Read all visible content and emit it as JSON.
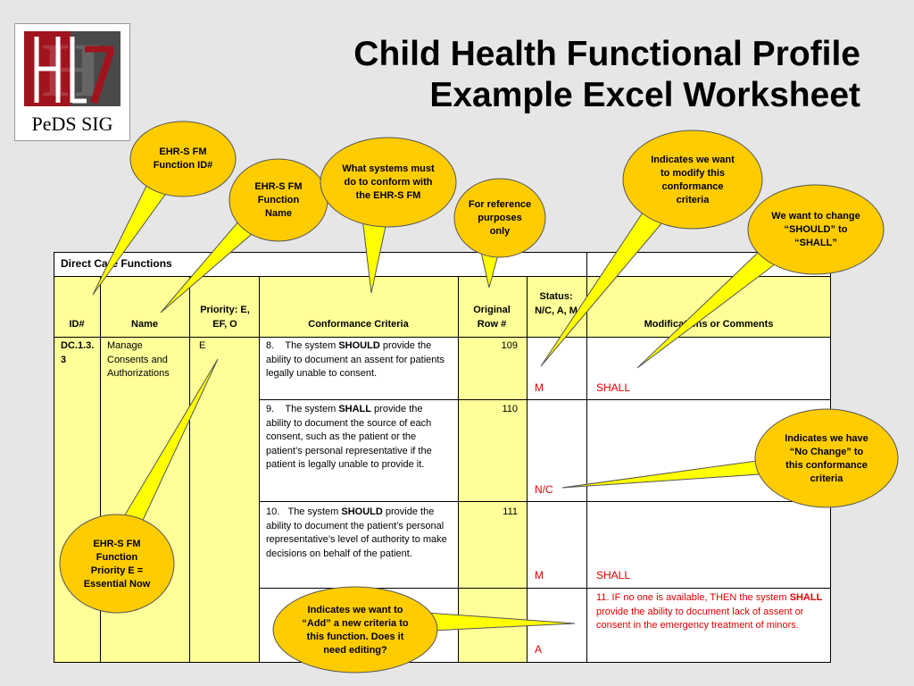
{
  "header": {
    "title_line1": "Child Health Functional Profile",
    "title_line2": "Example Excel Worksheet"
  },
  "logo": {
    "letters": "HL7",
    "caption": "PeDS SIG"
  },
  "colors": {
    "background": "#e6e6e6",
    "table_yellow": "#ffff99",
    "callout_fill": "#ffcc00",
    "callout_pointer": "#ffff00",
    "change_text": "#e00000",
    "logo_red": "#a0141e",
    "logo_dark": "#4a4a4a"
  },
  "table": {
    "section_title": "Direct Care Functions",
    "headers": {
      "id": "ID#",
      "name": "Name",
      "priority": "Priority: E, EF, O",
      "criteria": "Conformance Criteria",
      "row": "Original Row #",
      "status": "Status: N/C, A, M",
      "mods": "Modifications or Comments"
    },
    "function": {
      "id": "DC.1.3.3",
      "name": "Manage Consents and Authorizations",
      "priority": "E"
    },
    "rows": [
      {
        "num": "8.",
        "pre": "The system ",
        "keyword": "SHOULD",
        "post": " provide the ability to document an assent for patients legally unable to consent.",
        "row": "109",
        "status": "M",
        "mod": "SHALL"
      },
      {
        "num": "9.",
        "pre": "The system ",
        "keyword": "SHALL",
        "post": " provide the ability to document the source of each consent, such as the patient or the patient’s personal representative if the patient is legally unable to provide it.",
        "row": "110",
        "status": "N/C",
        "mod": ""
      },
      {
        "num": "10.",
        "pre": "The system ",
        "keyword": "SHOULD",
        "post": " provide the ability to document the patient’s personal representative’s level of authority to make decisions on behalf of the patient.",
        "row": "111",
        "status": "M",
        "mod": "SHALL"
      },
      {
        "num": "",
        "pre": "",
        "keyword": "",
        "post": "",
        "row": "",
        "status": "A",
        "mod_pre": "11. IF no one is available, THEN the system ",
        "mod_keyword": "SHALL",
        "mod_post": " provide the ability to document lack of assent or consent in the emergency treatment of minors."
      }
    ]
  },
  "callouts": {
    "function_id": "EHR-S FM Function ID#",
    "function_name": "EHR-S FM Function Name",
    "what_systems": "What systems must do to conform with the EHR-S FM",
    "reference": "For reference purposes only",
    "modify": "Indicates we want to modify this conformance criteria",
    "should_shall": "We want to change “SHOULD” to “SHALL”",
    "no_change": "Indicates we have “No Change” to this conformance criteria",
    "priority": "EHR-S FM Function Priority E = Essential Now",
    "add": "Indicates we want to “Add” a new criteria to this function.  Does it need editing?"
  }
}
